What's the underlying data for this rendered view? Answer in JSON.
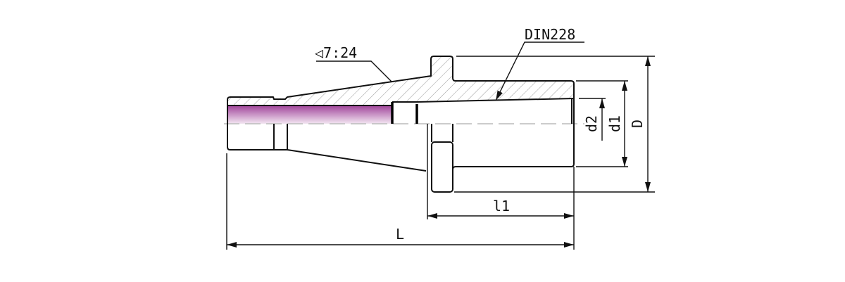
{
  "labels": {
    "taper": "◁7:24",
    "standard": "DIN228",
    "d2": "d2",
    "d1": "d1",
    "D": "D",
    "l1": "l1",
    "L": "L"
  },
  "colors": {
    "highlight_start": "#a0449a",
    "highlight_end": "#f3e6f2",
    "line": "#111111",
    "hatch": "#999999"
  }
}
